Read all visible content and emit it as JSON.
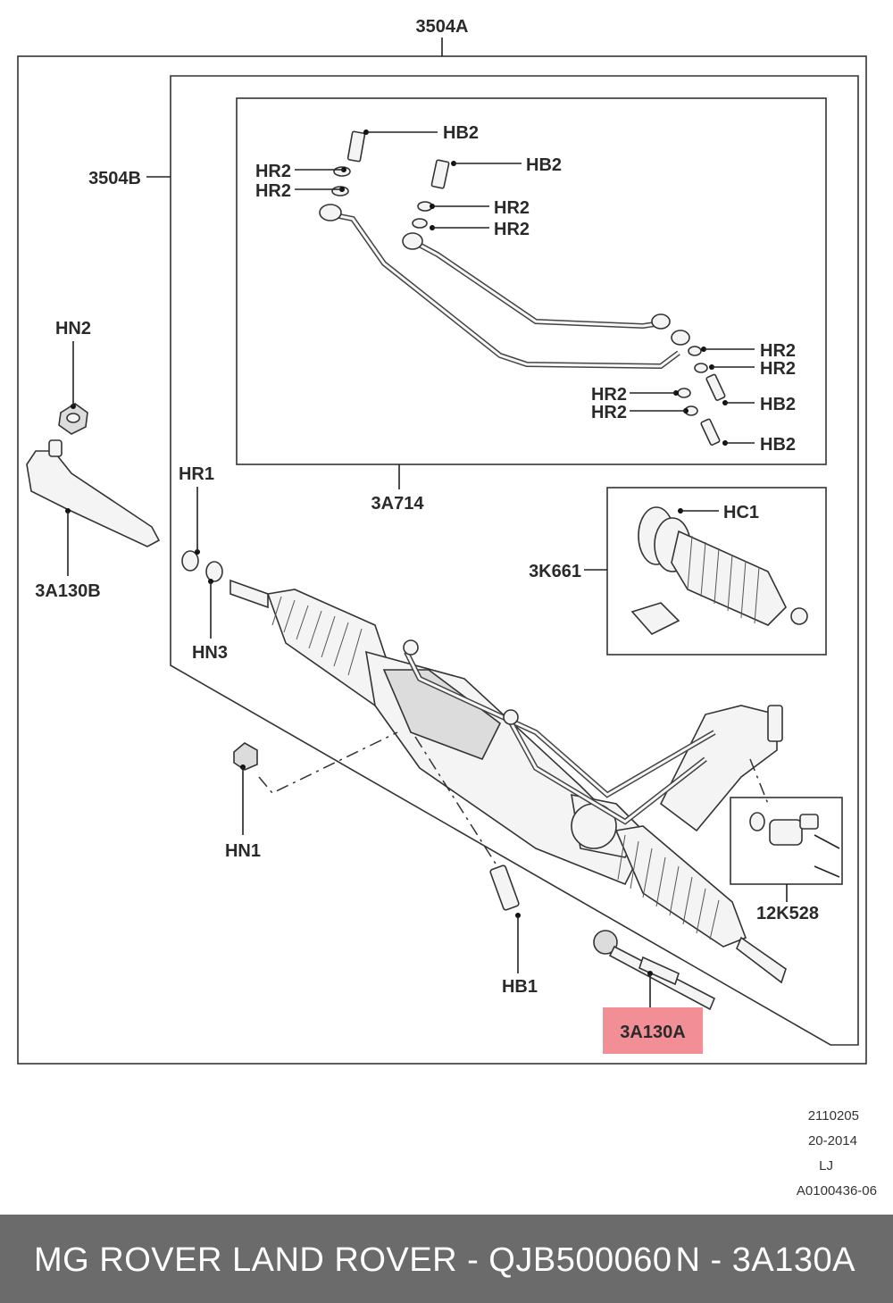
{
  "labels": {
    "l3504A": "3504A",
    "l3504B": "3504B",
    "lHN2": "HN2",
    "l3A130B": "3A130B",
    "lHR1": "HR1",
    "lHN3": "HN3",
    "l3A714": "3A714",
    "l3K661": "3K661",
    "lHC1": "HC1",
    "lHN1": "HN1",
    "lHB1": "HB1",
    "l3A130A": "3A130A",
    "l12K528": "12K528",
    "hb2_a": "HB2",
    "hb2_b": "HB2",
    "hb2_c": "HB2",
    "hb2_d": "HB2",
    "hr2_a": "HR2",
    "hr2_b": "HR2",
    "hr2_c": "HR2",
    "hr2_d": "HR2",
    "hr2_e": "HR2",
    "hr2_f": "HR2",
    "hr2_g": "HR2",
    "hr2_h": "HR2"
  },
  "meta": {
    "code1": "2110205",
    "code2": "20-2014",
    "code3": "LJ",
    "code4": "A0100436-06"
  },
  "highlight": {
    "color": "#f28f96",
    "label_ref": "3A130A"
  },
  "footer": {
    "left": "MG ROVER LAND ROVER - QJB500060",
    "right": "N - 3A130A"
  }
}
